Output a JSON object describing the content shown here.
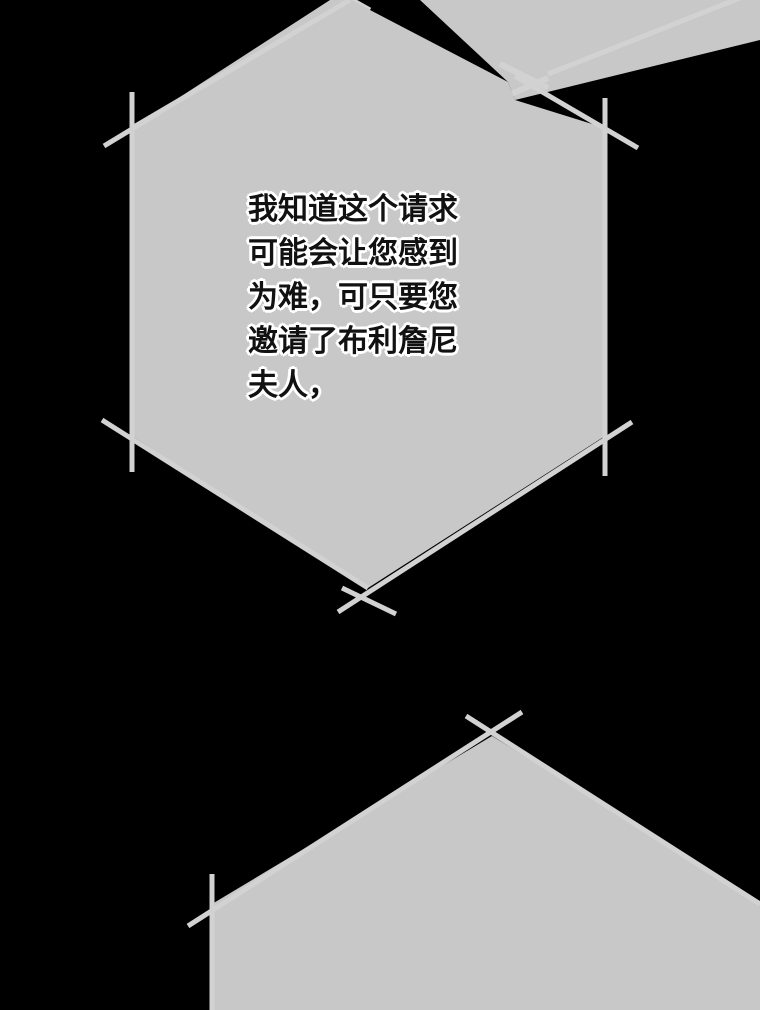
{
  "colors": {
    "background": "#000000",
    "hexagon_fill": "#c8c8c8",
    "hexagon_stroke": "#d2d2d2",
    "text": "#111111",
    "text_outline": "#ffffff"
  },
  "speech_caption": {
    "lines": [
      "我知道这个请求",
      "可能会让您感到",
      "为难，可只要您",
      "邀请了布利詹尼",
      "夫人，"
    ]
  }
}
